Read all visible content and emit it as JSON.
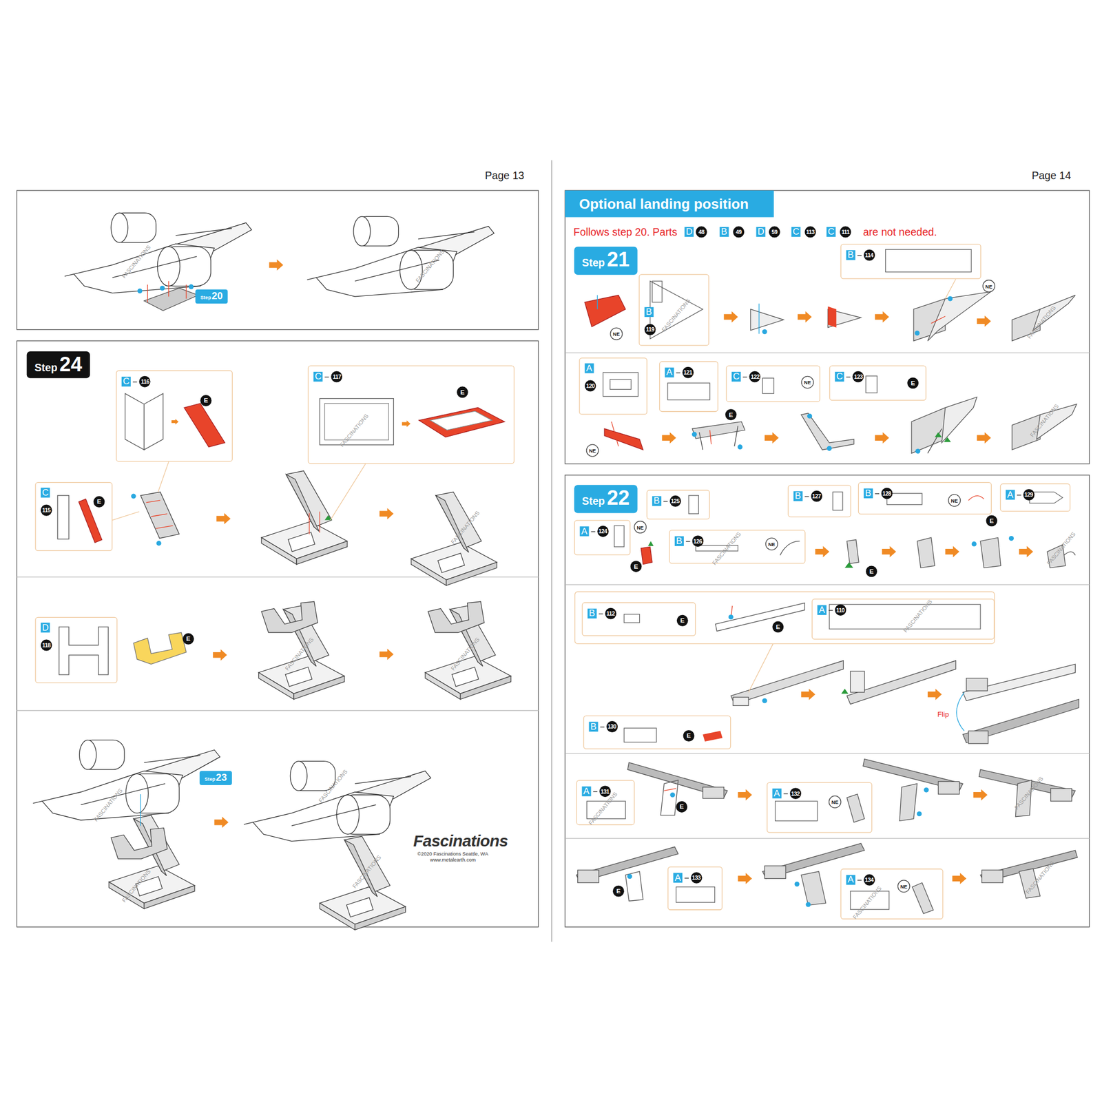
{
  "diagram": {
    "nodes": [
      {
        "text": [
          "Step",
          "20"
        ]
      },
      {
        "text": [
          "Step",
          "24"
        ]
      },
      {
        "text": [
          "C",
          "116",
          "E"
        ]
      },
      {
        "text": [
          "C",
          "117",
          "E"
        ]
      },
      {
        "text": [
          "C",
          "115",
          "E"
        ]
      },
      {
        "text": [
          "D",
          "118"
        ]
      },
      {
        "text": [
          "Step",
          "23"
        ]
      },
      {
        "text": [
          "Optional landing position"
        ]
      },
      {
        "text": [
          "Step",
          "21"
        ]
      },
      {
        "text": [
          "B",
          "119"
        ]
      },
      {
        "text": [
          "B",
          "114"
        ]
      },
      {
        "text": [
          "A",
          "120"
        ]
      },
      {
        "text": [
          "A",
          "121"
        ]
      },
      {
        "text": [
          "C",
          "122",
          "NE"
        ]
      },
      {
        "text": [
          "C",
          "123",
          "E"
        ]
      },
      {
        "text": [
          "Step",
          "22"
        ]
      },
      {
        "text": [
          "A",
          "124"
        ]
      },
      {
        "text": [
          "B",
          "125"
        ]
      },
      {
        "text": [
          "B",
          "126",
          "NE"
        ]
      },
      {
        "text": [
          "B",
          "127"
        ]
      },
      {
        "text": [
          "B",
          "128",
          "NE"
        ]
      },
      {
        "text": [
          "A",
          "129"
        ]
      },
      {
        "text": [
          "B",
          "112",
          "E"
        ]
      },
      {
        "text": [
          "A",
          "110"
        ]
      },
      {
        "text": [
          "B",
          "130",
          "E"
        ]
      },
      {
        "text": [
          "A",
          "131"
        ]
      },
      {
        "text": [
          "A",
          "132",
          "NE"
        ]
      },
      {
        "text": [
          "A",
          "133"
        ]
      },
      {
        "text": [
          "A",
          "134",
          "NE"
        ]
      }
    ],
    "labels": [
      "Page 13",
      "Page 14",
      "Follows step 20. Parts",
      "D",
      "48",
      "B",
      "49",
      "D",
      "59",
      "C",
      "113",
      "C",
      "111",
      "are not needed.",
      "E",
      "NE",
      "NE",
      "NE",
      "E",
      "NE",
      "E",
      "E",
      "E",
      "E",
      "Flip",
      "E",
      "E",
      "Fascinations",
      "©2020 Fascinations Seattle, WA",
      "www.metalearth.com",
      "FASCINATIONS",
      "FASCINATIONS",
      "FASCINATIONS",
      "FASCINATIONS",
      "FASCINATIONS",
      "FASCINATIONS",
      "FASCINATIONS",
      "FASCINATIONS",
      "FASCINATIONS",
      "FASCINATIONS",
      "FASCINATIONS",
      "FASCINATIONS",
      "FASCINATIONS",
      "FASCINATIONS",
      "FASCINATIONS",
      "FASCINATIONS",
      "FASCINATIONS",
      "FASCINATIONS",
      "FASCINATIONS",
      "FASCINATIONS"
    ]
  }
}
